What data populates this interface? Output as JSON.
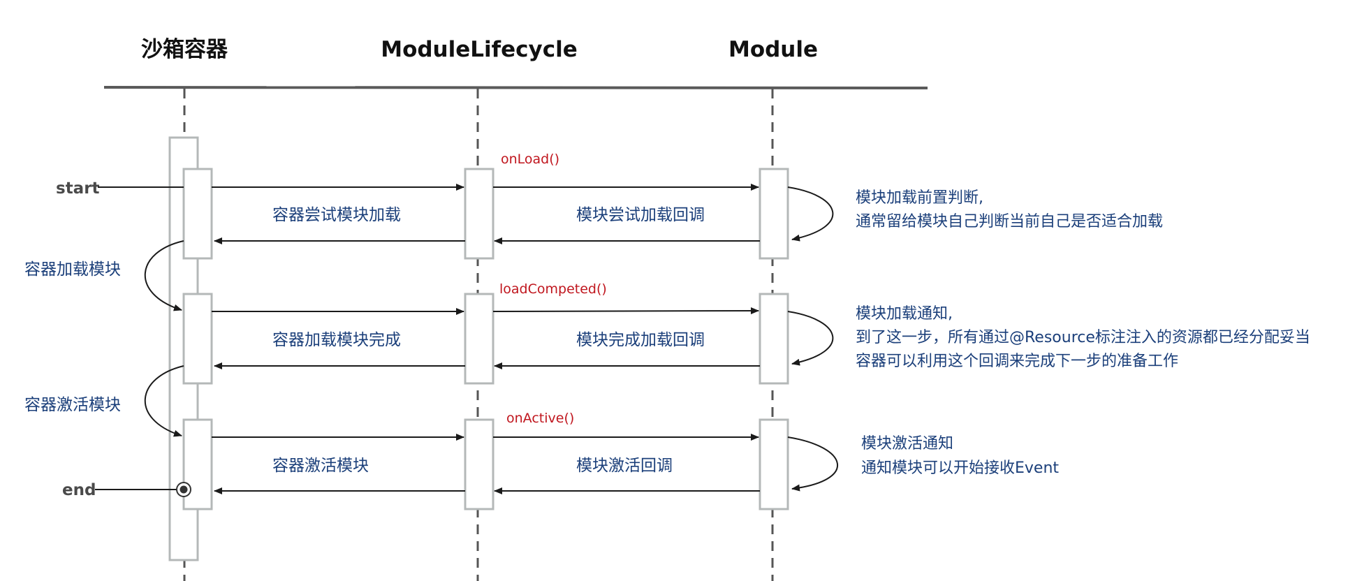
{
  "participants": [
    {
      "label": "沙箱容器"
    },
    {
      "label": "ModuleLifecycle"
    },
    {
      "label": "Module"
    }
  ],
  "endpoints": {
    "start": "start",
    "end": "end"
  },
  "stages": [
    {
      "method": "onLoad()",
      "request_label": "容器尝试模块加载",
      "callback_label": "模块尝试加载回调",
      "note_lines": [
        "模块加载前置判断,",
        "通常留给模块自己判断当前自己是否适合加载"
      ]
    },
    {
      "method": "loadCompeted()",
      "request_label": "容器加载模块完成",
      "callback_label": "模块完成加载回调",
      "note_lines": [
        "模块加载通知,",
        "到了这一步，所有通过@Resource标注注入的资源都已经分配妥当",
        "容器可以利用这个回调来完成下一步的准备工作"
      ]
    },
    {
      "method": "onActive()",
      "request_label": "容器激活模块",
      "callback_label": "模块激活回调",
      "note_lines": [
        "模块激活通知",
        "通知模块可以开始接收Event"
      ]
    }
  ],
  "transitions": [
    "容器加载模块",
    "容器激活模块"
  ],
  "colors": {
    "method": "#c0161e",
    "label": "#1b3f7a",
    "header": "#111111",
    "activation_border": "#b4b8b8"
  }
}
